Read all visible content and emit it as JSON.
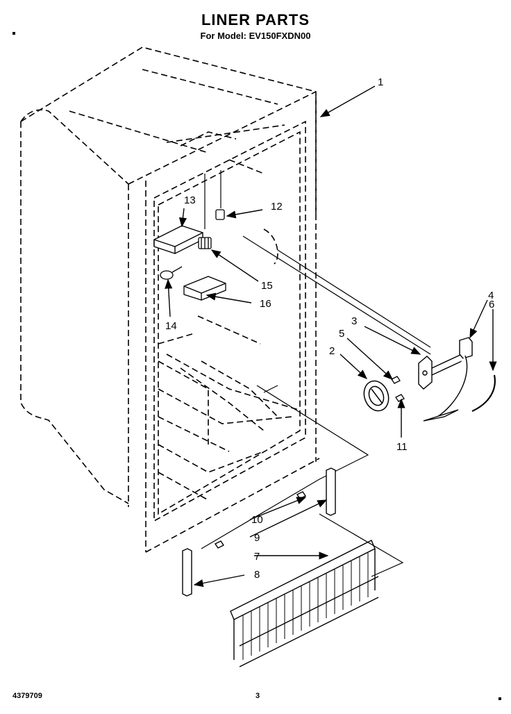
{
  "header": {
    "title": "LINER PARTS",
    "subtitle": "For Model: EV150FXDN00"
  },
  "footer": {
    "doc_number": "4379709",
    "page_number": "3"
  },
  "callouts": [
    {
      "id": "1",
      "label": "1"
    },
    {
      "id": "2",
      "label": "2"
    },
    {
      "id": "3",
      "label": "3"
    },
    {
      "id": "4",
      "label": "4"
    },
    {
      "id": "5",
      "label": "5"
    },
    {
      "id": "6",
      "label": "6"
    },
    {
      "id": "7",
      "label": "7"
    },
    {
      "id": "8",
      "label": "8"
    },
    {
      "id": "9",
      "label": "9"
    },
    {
      "id": "10",
      "label": "10"
    },
    {
      "id": "11",
      "label": "11"
    },
    {
      "id": "12",
      "label": "12"
    },
    {
      "id": "13",
      "label": "13"
    },
    {
      "id": "14",
      "label": "14"
    },
    {
      "id": "15",
      "label": "15"
    },
    {
      "id": "16",
      "label": "16"
    }
  ]
}
